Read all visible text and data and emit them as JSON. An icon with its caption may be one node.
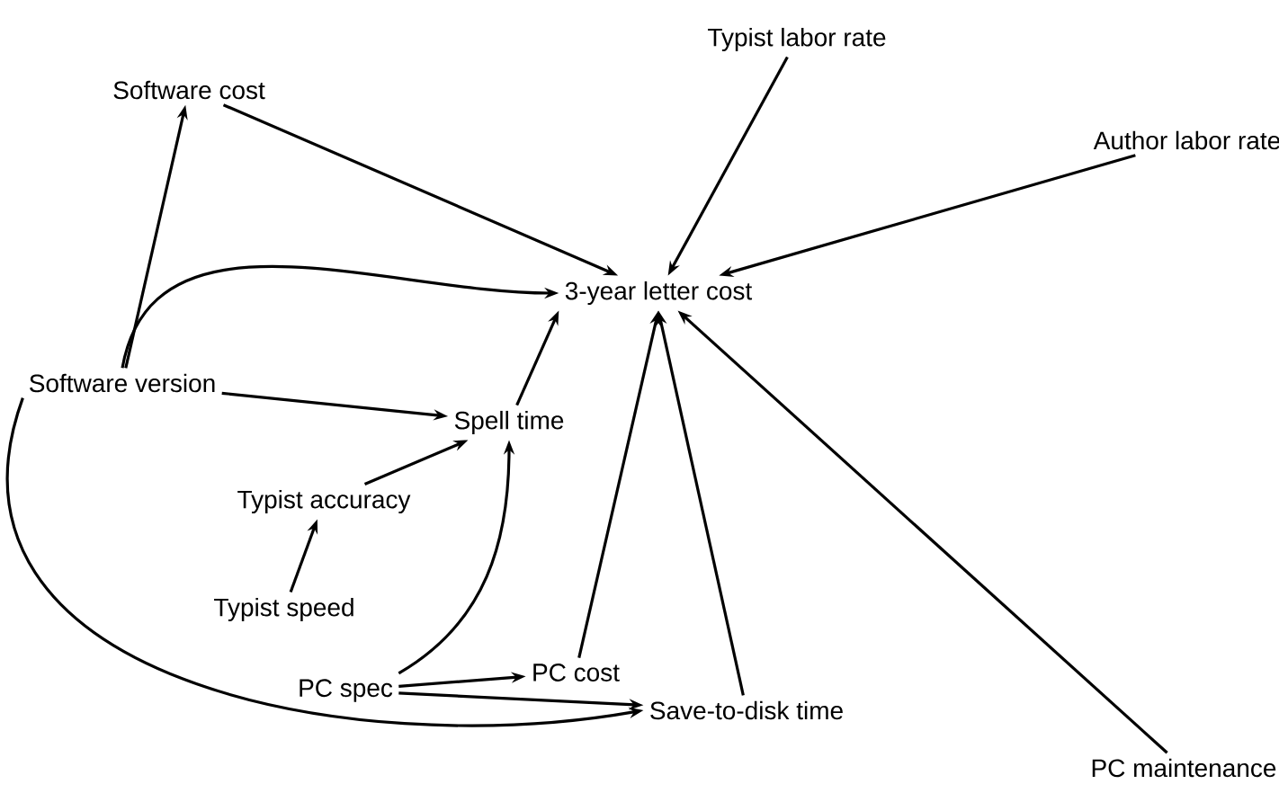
{
  "diagram": {
    "nodes": [
      {
        "text": [
          "Typist labor rate"
        ]
      },
      {
        "text": [
          "Software cost"
        ]
      },
      {
        "text": [
          "Author labor rate"
        ]
      },
      {
        "text": [
          "3-year letter cost"
        ]
      },
      {
        "text": [
          "Software version"
        ]
      },
      {
        "text": [
          "Spell time"
        ]
      },
      {
        "text": [
          "Typist accuracy"
        ]
      },
      {
        "text": [
          "Typist speed"
        ]
      },
      {
        "text": [
          "PC cost"
        ]
      },
      {
        "text": [
          "PC spec"
        ]
      },
      {
        "text": [
          "Save-to-disk time"
        ]
      },
      {
        "text": [
          "PC maintenance"
        ]
      }
    ],
    "edges": [
      {
        "from": 4,
        "to": 1,
        "arrow": "to"
      },
      {
        "from": 1,
        "to": 3,
        "arrow": "to"
      },
      {
        "from": 0,
        "to": 3,
        "arrow": "to"
      },
      {
        "from": 2,
        "to": 3,
        "arrow": "to"
      },
      {
        "from": 4,
        "to": 3,
        "arrow": "to"
      },
      {
        "from": 4,
        "to": 5,
        "arrow": "to"
      },
      {
        "from": 5,
        "to": 3,
        "arrow": "to"
      },
      {
        "from": 6,
        "to": 5,
        "arrow": "to"
      },
      {
        "from": 7,
        "to": 6,
        "arrow": "to"
      },
      {
        "from": 9,
        "to": 5,
        "arrow": "to"
      },
      {
        "from": 9,
        "to": 8,
        "arrow": "to"
      },
      {
        "from": 8,
        "to": 3,
        "arrow": "to"
      },
      {
        "from": 9,
        "to": 10,
        "arrow": "to"
      },
      {
        "from": 10,
        "to": 3,
        "arrow": "to"
      },
      {
        "from": 11,
        "to": 3,
        "arrow": "to"
      },
      {
        "from": 4,
        "to": 10,
        "arrow": "to"
      }
    ]
  }
}
